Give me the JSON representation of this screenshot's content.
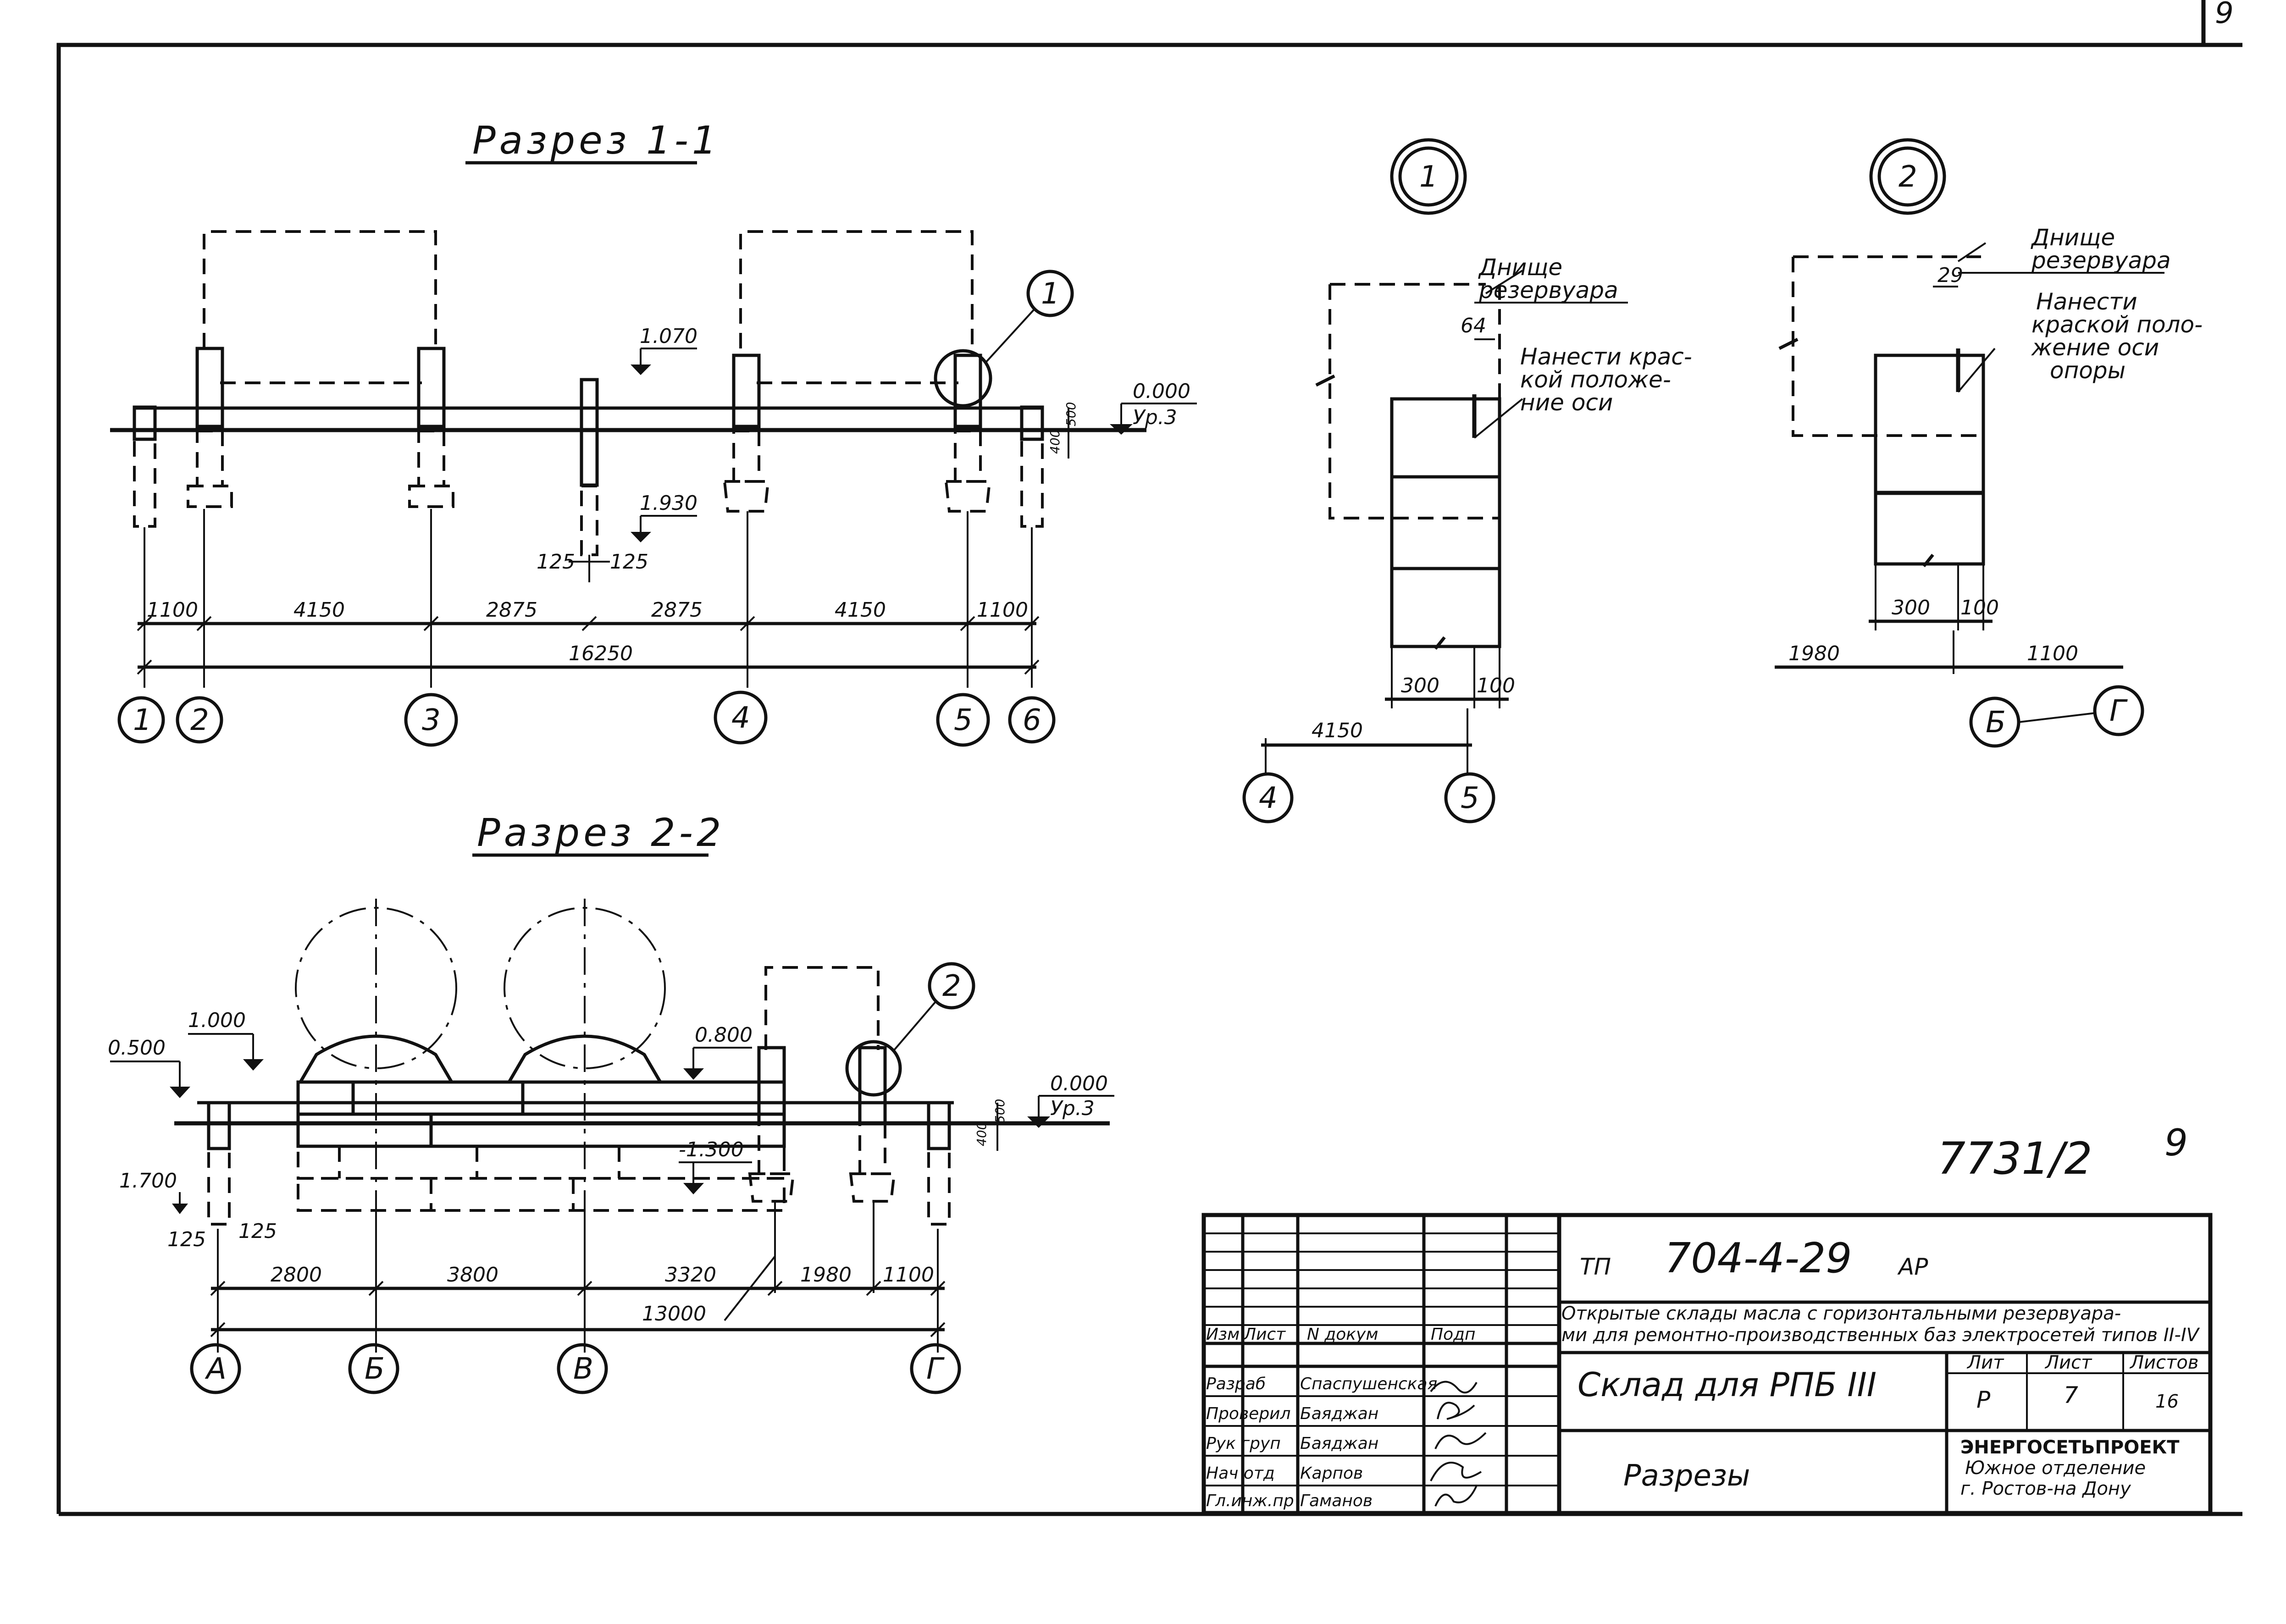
{
  "sheet_corner_number": "9",
  "section_1": {
    "title": "Разрез 1-1",
    "elevations": {
      "top": "1.070",
      "low": "1.930",
      "zero": "0.000",
      "level": "Ур.3",
      "plinth": "400",
      "plinth2": "500"
    },
    "rib_dims": [
      "125",
      "125"
    ],
    "dims": [
      "1100",
      "4150",
      "2875",
      "2875",
      "4150",
      "1100"
    ],
    "total": "16250",
    "axes": [
      "1",
      "2",
      "3",
      "4",
      "5",
      "6"
    ],
    "callout": "1"
  },
  "section_2": {
    "title": "Разрез 2-2",
    "elevations": {
      "e1000": "1.000",
      "e0500": "0.500",
      "e0800": "0.800",
      "em1300": "-1.300",
      "e1700": "1.700",
      "zero": "0.000",
      "level": "Ур.3",
      "plinth": "400",
      "plinth2": "500"
    },
    "rib_dims": [
      "125",
      "125"
    ],
    "dims": [
      "2800",
      "3800",
      "3320",
      "1980",
      "1100"
    ],
    "total": "13000",
    "axes": [
      "А",
      "Б",
      "В",
      "Г"
    ],
    "callout": "2"
  },
  "detail_1": {
    "marker": "1",
    "label_bottom": "Днище",
    "label_bottom2": "резервуара",
    "dim_top": "64",
    "note_lines": [
      "Нанести крас-",
      "кой положе-",
      "ние оси"
    ],
    "dims": [
      "300",
      "100"
    ],
    "span": "4150",
    "axes": [
      "4",
      "5"
    ]
  },
  "detail_2": {
    "marker": "2",
    "label_bottom": "Днище",
    "label_bottom2": "резервуара",
    "dim_top": "29",
    "note_lines": [
      "Нанести",
      "краской поло-",
      "жение оси",
      "опоры"
    ],
    "dims": [
      "300",
      "100"
    ],
    "spans": [
      "1980",
      "1100"
    ],
    "axes": [
      "Б",
      "Г"
    ]
  },
  "stamp": {
    "archive_no": "7731/2",
    "page": "9"
  },
  "title_block": {
    "project_prefix": "ТП",
    "project_code": "704-4-29",
    "project_suffix": "АР",
    "description_line1": "Открытые склады масла с горизонтальными резервуара-",
    "description_line2": "ми для ремонтно-производственных баз электросетей типов II-IV",
    "header": {
      "izm": "Изм",
      "list": "Лист",
      "doc": "N докум",
      "sign": "Подп"
    },
    "roles": [
      {
        "role": "Разраб",
        "name": "Спаспушенская"
      },
      {
        "role": "Проверил",
        "name": "Баяджан"
      },
      {
        "role": "Рук груп",
        "name": "Баяджан"
      },
      {
        "role": "Нач отд",
        "name": "Карпов"
      },
      {
        "role": "Гл.инж.пр",
        "name": "Гаманов"
      }
    ],
    "object_name": "Склад для РПБ III",
    "sheet_name": "Разрезы",
    "lit_label": "Лит",
    "sheet_label": "Лист",
    "sheets_label": "Листов",
    "lit_value": "Р",
    "sheet_value": "7",
    "sheets_value": "16",
    "org_line1": "ЭНЕРГОСЕТЬПРОЕКТ",
    "org_line2": "Южное отделение",
    "org_line3": "г. Ростов-на Дону"
  }
}
